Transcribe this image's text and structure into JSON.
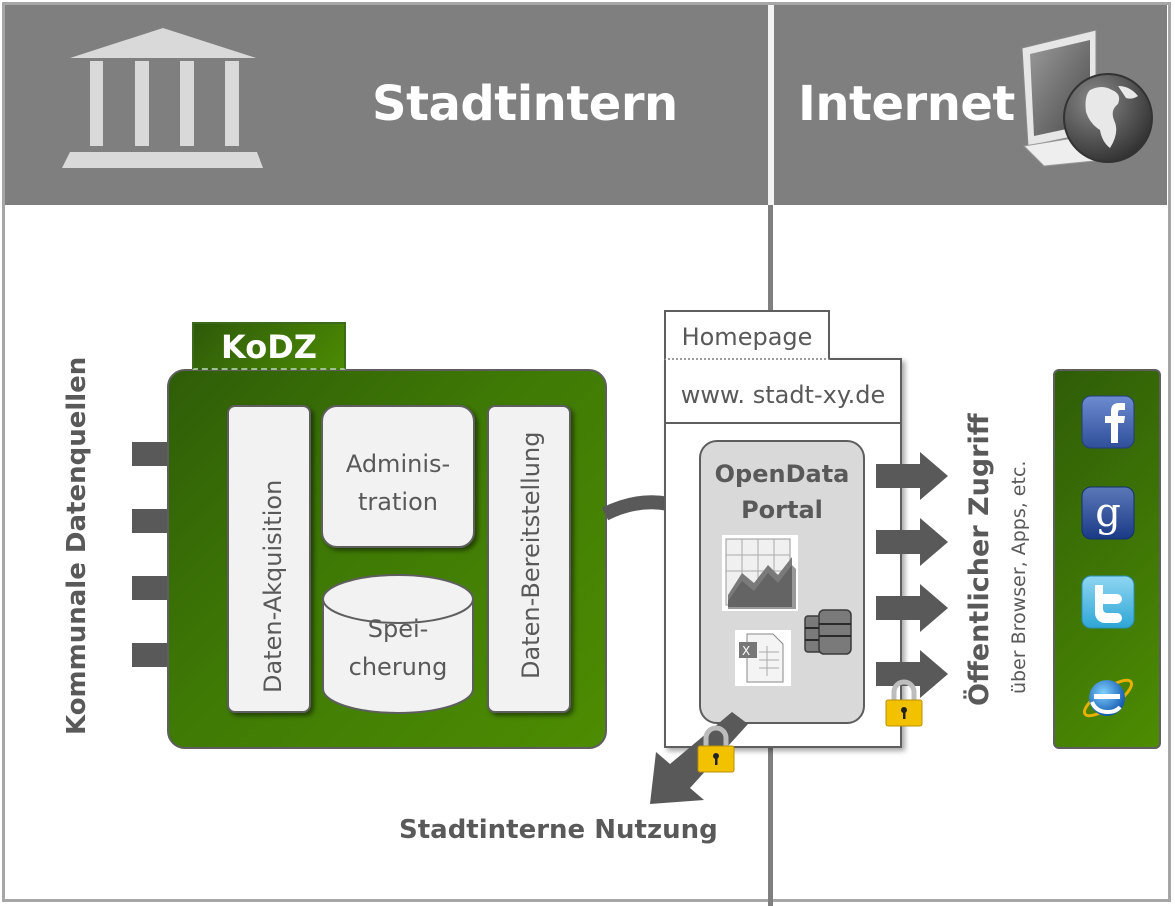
{
  "header": {
    "left_title": "Stadtintern",
    "right_title": "Internet",
    "left_icon": "government-building-icon",
    "right_icon": "computer-globe-icon"
  },
  "left_label": "Kommunale Datenquellen",
  "kodz": {
    "tab_label": "KoDZ",
    "modules": {
      "acquisition": "Daten-Akquisition",
      "administration_line1": "Adminis-",
      "administration_line2": "tration",
      "storage_line1": "Spei-",
      "storage_line2": "cherung",
      "provision": "Daten-Bereitstellung"
    },
    "input_arrows": 4
  },
  "homepage": {
    "tab_label": "Homepage",
    "url": "www. stadt-xy.de",
    "portal_line1": "OpenData",
    "portal_line2": "Portal",
    "portal_icons": [
      "chart-spreadsheet-icon",
      "excel-file-icon",
      "database-icon"
    ]
  },
  "public_access": {
    "title": "Öffentlicher Zugriff",
    "subtitle": "über Browser, Apps, etc.",
    "output_arrows": 4,
    "locked_arrow_index": 3
  },
  "internal_use": {
    "label": "Stadtinterne Nutzung",
    "locked": true
  },
  "social_icons": [
    "facebook-icon",
    "google-icon",
    "twitter-icon",
    "internet-explorer-icon"
  ],
  "colors": {
    "header_gray": "#7f7f7f",
    "kodz_green_dark": "#2f5d08",
    "kodz_green_light": "#4d8c02",
    "arrow_gray": "#595959",
    "text_gray": "#595959",
    "lock_gold": "#f2c200"
  }
}
